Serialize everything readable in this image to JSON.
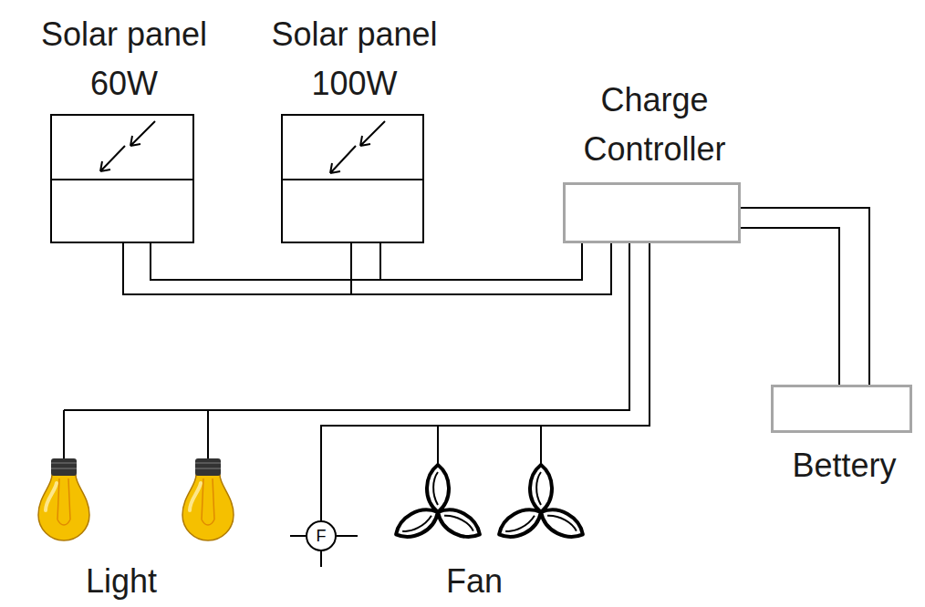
{
  "diagram": {
    "nodes": [
      {
        "text": [
          "Solar panel 60W"
        ]
      },
      {
        "text": [
          "Solar panel 100W"
        ]
      },
      {
        "text": [
          "Charge Controller"
        ]
      },
      {
        "text": [
          "Bettery"
        ]
      },
      {
        "text": [
          "F"
        ]
      }
    ],
    "edges": [
      {
        "from": 0,
        "to": 2,
        "arrow": "none"
      },
      {
        "from": 0,
        "to": 2,
        "arrow": "none"
      },
      {
        "from": 1,
        "to": 2,
        "arrow": "none"
      },
      {
        "from": 1,
        "to": 2,
        "arrow": "none"
      },
      {
        "from": 2,
        "to": 3,
        "arrow": "none"
      },
      {
        "from": 2,
        "to": 3,
        "arrow": "none"
      },
      {
        "from": 2,
        "to": 4,
        "arrow": "none"
      }
    ],
    "labels": [
      "Light",
      "Fan"
    ]
  }
}
